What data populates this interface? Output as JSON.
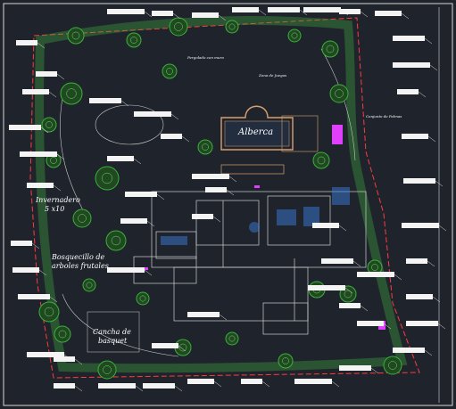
{
  "labels": {
    "alberca": "Alberca",
    "invernadero_1": "Invernadero",
    "invernadero_2": "5 x10",
    "bosquecillo_1": "Bosquecillo de",
    "bosquecillo_2": "arboles frutales",
    "cancha_1": "Cancha de",
    "cancha_2": "basquet",
    "zona_juegos": "Zona de Juegos",
    "pergolado": "Pergolado con muro",
    "conjunto_palmas": "Conjunto de Palmas"
  },
  "colors": {
    "background": "#1f242c",
    "property_line": "#ff3b3b",
    "border": "#d9d9d9",
    "vegetation": "#3fae3f",
    "water": "#3a78d6",
    "accent_magenta": "#e040fb"
  }
}
